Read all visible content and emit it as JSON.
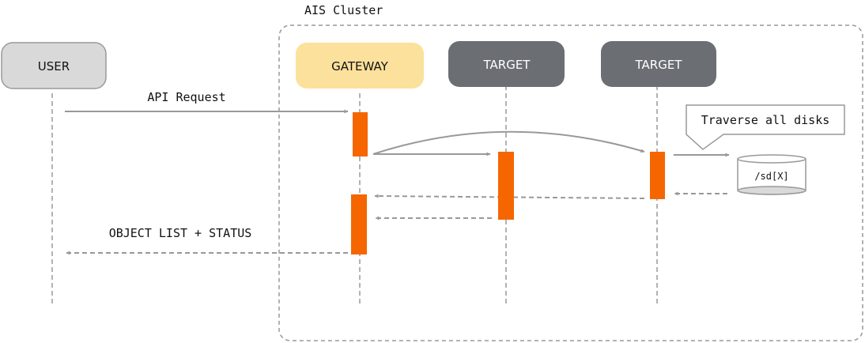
{
  "cluster": {
    "label": "AIS Cluster"
  },
  "participants": {
    "user": {
      "label": "USER"
    },
    "gateway": {
      "label": "GATEWAY"
    },
    "target1": {
      "label": "TARGET"
    },
    "target2": {
      "label": "TARGET"
    }
  },
  "messages": {
    "api_request": "API Request",
    "object_list": "OBJECT LIST + STATUS"
  },
  "callout": {
    "text": "Traverse all disks"
  },
  "disk": {
    "label": "/sd[X]"
  },
  "colors": {
    "user_fill": "#d9d9d9",
    "user_stroke": "#999999",
    "gateway_fill": "#fbe19b",
    "target_fill": "#6b6e73",
    "activation": "#f56600",
    "line": "#999999",
    "text": "#111111",
    "target_text": "#ffffff"
  }
}
